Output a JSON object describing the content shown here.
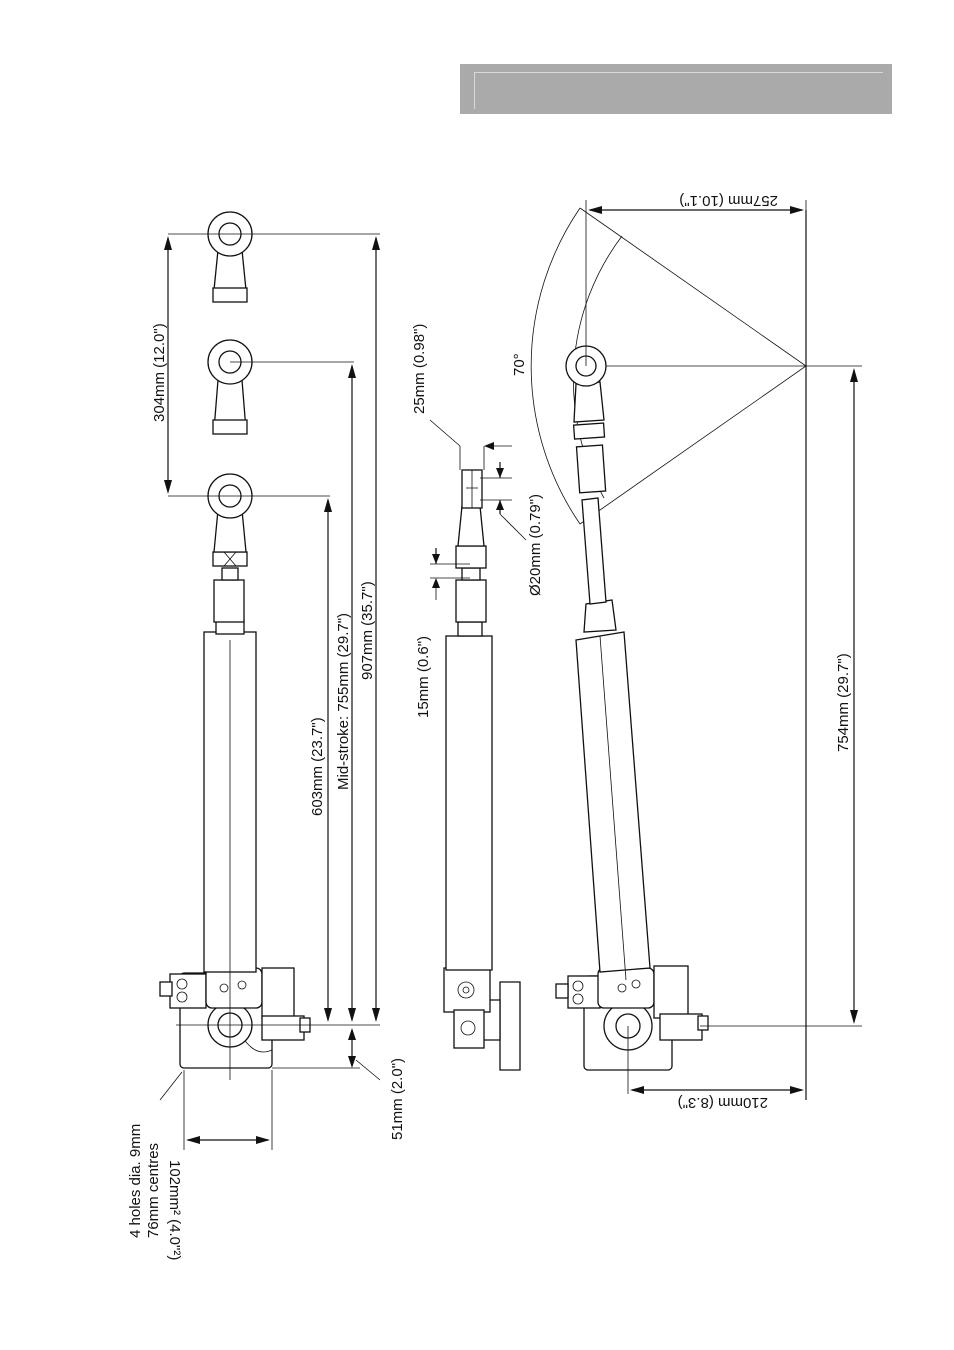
{
  "labels": {
    "holes": "4 holes dia. 9mm",
    "centres": "76mm centres",
    "square": "102mm² (4.0\"²)",
    "offset": "51mm (2.0\")",
    "retracted": "603mm (23.7\")",
    "mid_stroke": "Mid-stroke: 755mm (29.7\")",
    "extended": "907mm (35.7\")",
    "stroke": "304mm (12.0\")",
    "rod_thread": "15mm (0.6\")",
    "eye_width": "25mm (0.98\")",
    "eye_dia": "Ø20mm (0.79\")",
    "angle": "70°",
    "swing": "257mm (10.1\")",
    "side_height": "754mm (29.7\")",
    "base_width": "210mm (8.3\")"
  }
}
